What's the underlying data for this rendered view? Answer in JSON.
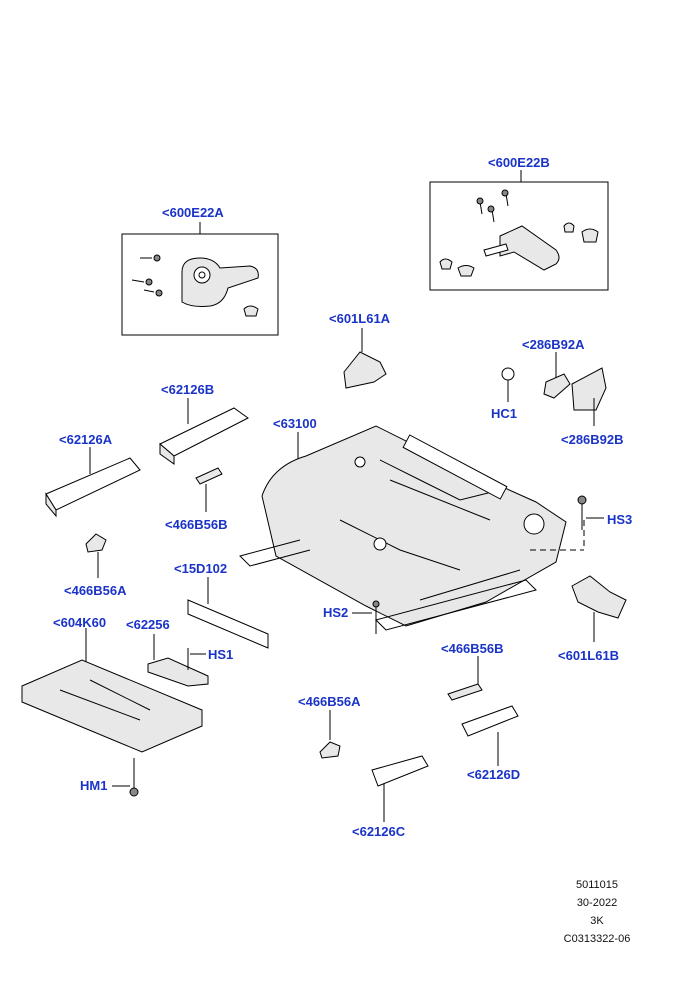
{
  "labels": {
    "l600E22A": "<600E22A",
    "l600E22B": "<600E22B",
    "l601L61A": "<601L61A",
    "l286B92A": "<286B92A",
    "hc1": "HC1",
    "l286B92B": "<286B92B",
    "l62126B": "<62126B",
    "l62126A": "<62126A",
    "l63100": "<63100",
    "l466B56B_top": "<466B56B",
    "hs3": "HS3",
    "l466B56A_top": "<466B56A",
    "l15D102": "<15D102",
    "l604K60": "<604K60",
    "l62256": "<62256",
    "hs1": "HS1",
    "hs2": "HS2",
    "l601L61B": "<601L61B",
    "l466B56B_bottom": "<466B56B",
    "l466B56A_bottom": "<466B56A",
    "l62126D": "<62126D",
    "hm1": "HM1",
    "l62126C": "<62126C"
  },
  "footer": {
    "line1": "5011015",
    "line2": "30-2022",
    "line3": "3K",
    "line4": "C0313322-06"
  },
  "colors": {
    "label": "#1a33c8",
    "line": "#000000",
    "background": "#ffffff"
  }
}
